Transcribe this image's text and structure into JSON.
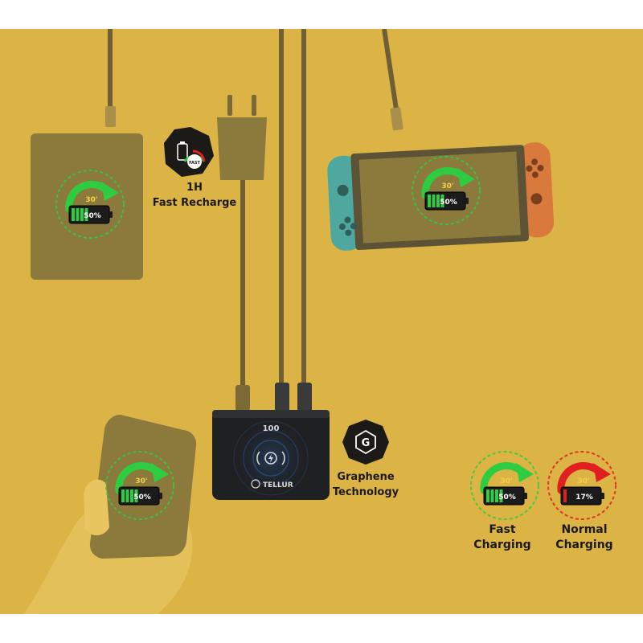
{
  "badges": {
    "fast_recharge": {
      "gauge_text": "FAST",
      "line1": "1H",
      "line2": "Fast Recharge",
      "icon": "fast-recharge-gauge-icon"
    },
    "graphene": {
      "letter": "G",
      "line1": "Graphene",
      "line2": "Technology",
      "icon": "graphene-hexagon-icon"
    }
  },
  "hub": {
    "display": "100",
    "brand": "TELLUR",
    "icon": "wireless-charging-icon"
  },
  "devices": {
    "tablet": {
      "time": "30'",
      "percent": "50%",
      "level": 0.5
    },
    "switch": {
      "time": "30'",
      "percent": "50%",
      "level": 0.5
    },
    "phone": {
      "time": "30'",
      "percent": "50%",
      "level": 0.5
    }
  },
  "legend": {
    "fast": {
      "time": "30'",
      "percent": "50%",
      "level": 0.5,
      "line1": "Fast",
      "line2": "Charging",
      "color": "#2ecc40"
    },
    "normal": {
      "time": "30'",
      "percent": "17%",
      "level": 0.17,
      "line1": "Normal",
      "line2": "Charging",
      "color": "#e02020"
    }
  },
  "colors": {
    "background": "#dcb345",
    "device_olive": "#8b7a3c",
    "fast_green": "#2ecc40",
    "normal_red": "#e02020",
    "hub_body": "#1f2022"
  }
}
